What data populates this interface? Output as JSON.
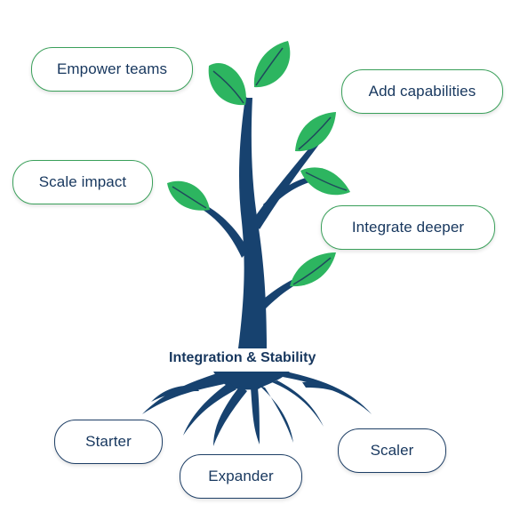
{
  "colors": {
    "trunk": "#17426f",
    "leaf": "#2db560",
    "leaf_vein": "#1f4b5c",
    "pill_green_border": "#3aa05a",
    "pill_navy_border": "#1e3f66",
    "text": "#17375e"
  },
  "branches": {
    "empower": "Empower teams",
    "add": "Add capabilities",
    "scale": "Scale impact",
    "integrate": "Integrate deeper"
  },
  "core": "Integration & Stability",
  "roots": {
    "starter": "Starter",
    "expander": "Expander",
    "scaler": "Scaler"
  }
}
